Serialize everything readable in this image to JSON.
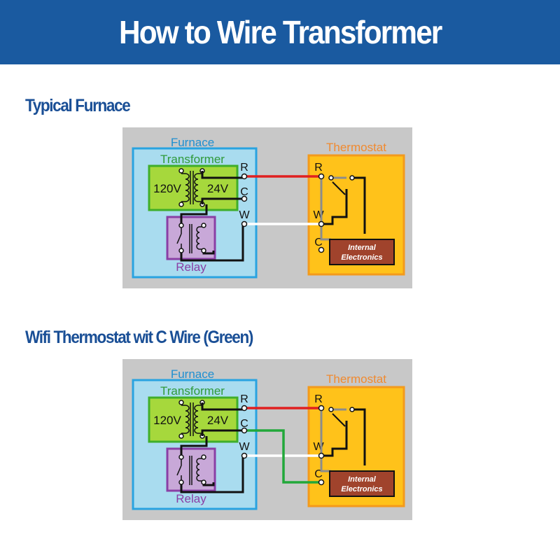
{
  "header": {
    "title": "How to Wire Transformer"
  },
  "sections": [
    {
      "title": "Typical Furnace"
    },
    {
      "title": "Wifi Thermostat wit C Wire (Green)"
    }
  ],
  "labels": {
    "furnace": "Furnace",
    "transformer": "Transformer",
    "v_primary": "120V",
    "v_secondary": "24V",
    "relay": "Relay",
    "thermostat": "Thermostat",
    "terminal_r": "R",
    "terminal_c": "C",
    "terminal_w": "W",
    "internal_line1": "Internal",
    "internal_line2": "Electronics"
  },
  "colors": {
    "banner": "#1a5aa0",
    "section_title": "#1a4f96",
    "diagram_bg": "#c8c8c8",
    "furnace_fill": "#a9dcef",
    "furnace_border": "#29a3e0",
    "furnace_text": "#1f8fd0",
    "transformer_fill": "#a6d83c",
    "transformer_border": "#3fae2a",
    "relay_fill": "#c8a8d8",
    "relay_border": "#8a3fa5",
    "thermostat_fill": "#ffc21a",
    "thermostat_border": "#f39a1c",
    "thermostat_text": "#f08a30",
    "internal_fill": "#a0432c",
    "wire_r": "#e02020",
    "wire_w": "#ffffff",
    "wire_c": "#22a83a",
    "wire_internal": "#8c8c8c"
  }
}
